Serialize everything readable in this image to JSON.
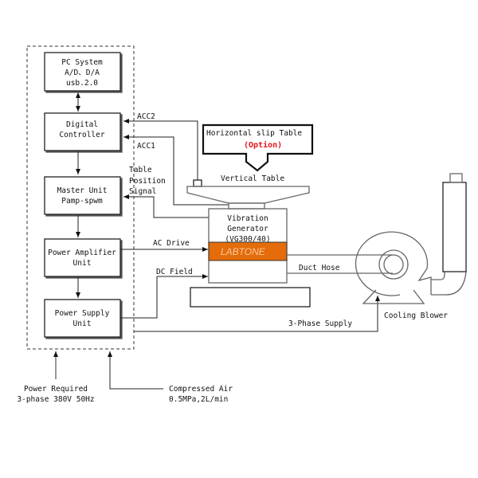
{
  "diagram": {
    "control_cabinet": {
      "pc_system": {
        "line1": "PC System",
        "line2": "A/D、D/A",
        "line3": "usb.2.0"
      },
      "digital_controller": {
        "line1": "Digital",
        "line2": "Controller"
      },
      "master_unit": {
        "line1": "Master Unit",
        "line2": "Pamp-spwm"
      },
      "power_amplifier": {
        "line1": "Power Amplifier",
        "line2": "Unit"
      },
      "power_supply": {
        "line1": "Power Supply",
        "line2": "Unit"
      }
    },
    "signals": {
      "acc2": "ACC2",
      "acc1": "ACC1",
      "table_position": {
        "line1": "Table",
        "line2": "Position",
        "line3": "Signal"
      },
      "ac_drive": "AC Drive",
      "dc_field": "DC Field",
      "three_phase_supply": "3-Phase Supply",
      "duct_hose": "Duct Hose"
    },
    "callout": {
      "line1": "Horizontal slip Table",
      "line2": "(Option)"
    },
    "vertical_table": "Vertical Table",
    "vibration_generator": {
      "line1": "Vibration",
      "line2": "Generator",
      "line3": "(VG300/40)",
      "brand": "LABTONE"
    },
    "cooling_blower": "Cooling Blower",
    "inputs": {
      "power": {
        "line1": "Power Required",
        "line2": "3-phase 380V 50Hz"
      },
      "air": {
        "line1": "Compressed Air",
        "line2": "0.5MPa,2L/min"
      }
    },
    "colors": {
      "brand_band": "#e46c0a",
      "option_text": "#e8121a"
    }
  }
}
